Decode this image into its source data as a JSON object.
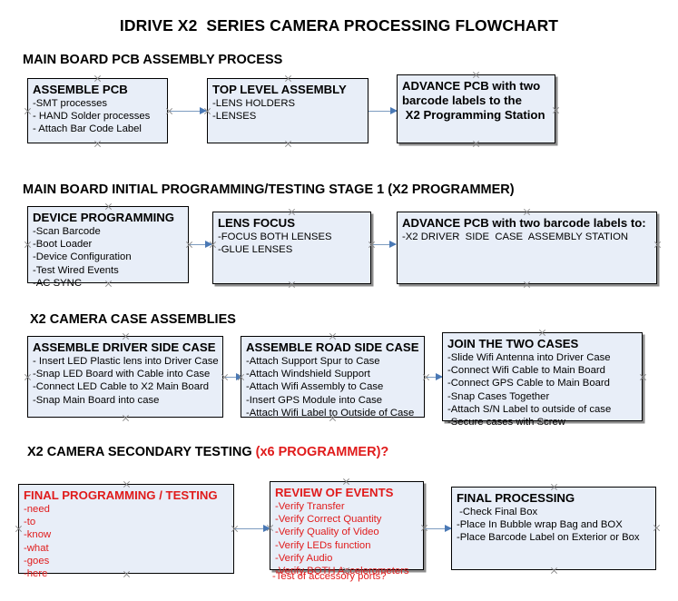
{
  "document": {
    "title": "IDRIVE X2  SERIES CAMERA PROCESSING FLOWCHART"
  },
  "colors": {
    "box_fill": "#e8eef8",
    "box_border": "#000000",
    "box_shadow": "#8c8c8c",
    "connector": "#7d9cc0",
    "arrow_head": "#4a79b5",
    "text": "#000000",
    "accent_red": "#e01b1b",
    "handle": "#8a8a8a"
  },
  "sections": [
    {
      "heading": "MAIN BOARD PCB ASSEMBLY PROCESS",
      "heading_suffix": "",
      "boxes": [
        {
          "title": "ASSEMBLE PCB",
          "lines": [
            "-SMT processes",
            "- HAND Solder processes",
            "- Attach Bar Code Label"
          ]
        },
        {
          "title": "TOP LEVEL ASSEMBLY",
          "lines": [
            "-LENS HOLDERS",
            "-LENSES"
          ]
        },
        {
          "title": "ADVANCE PCB with two",
          "lines": [
            "barcode labels to the",
            " X2 Programming Station"
          ]
        }
      ]
    },
    {
      "heading": "MAIN BOARD INITIAL PROGRAMMING/TESTING STAGE 1 (X2 PROGRAMMER)",
      "heading_suffix": "",
      "boxes": [
        {
          "title": "DEVICE PROGRAMMING",
          "lines": [
            "-Scan Barcode",
            "-Boot Loader",
            "-Device Configuration",
            "-Test Wired Events",
            "-AC SYNC"
          ]
        },
        {
          "title": "LENS FOCUS",
          "lines": [
            "-FOCUS BOTH LENSES",
            "-GLUE LENSES"
          ]
        },
        {
          "title": "ADVANCE PCB with two barcode labels to:",
          "lines": [
            "-X2 DRIVER  SIDE  CASE  ASSEMBLY STATION"
          ]
        }
      ]
    },
    {
      "heading": "X2 CAMERA CASE ASSEMBLIES",
      "heading_suffix": "",
      "boxes": [
        {
          "title": "ASSEMBLE DRIVER SIDE CASE",
          "lines": [
            "- Insert LED Plastic lens into Driver Case",
            "-Snap LED Board with Cable into Case",
            "-Connect LED Cable to X2 Main Board",
            "-Snap Main Board into case"
          ]
        },
        {
          "title": "ASSEMBLE ROAD SIDE CASE",
          "lines": [
            "-Attach Support Spur to Case",
            "-Attach Windshield Support",
            "-Attach Wifi Assembly to Case",
            "-Insert GPS Module into Case",
            "-Attach Wifi Label to Outside of Case"
          ]
        },
        {
          "title": "JOIN THE TWO CASES",
          "lines": [
            "-Slide Wifi Antenna into Driver Case",
            "-Connect Wifi Cable to Main Board",
            "-Connect GPS Cable to Main Board",
            "-Snap Cases Together",
            "-Attach S/N Label to outside of case",
            "-Secure cases with Screw"
          ]
        }
      ]
    },
    {
      "heading": "X2 CAMERA SECONDARY TESTING ",
      "heading_suffix": "(x6 PROGRAMMER)?",
      "boxes": [
        {
          "title": "FINAL PROGRAMMING / TESTING",
          "lines": [
            "-need",
            "-to",
            "-know",
            "-what",
            "-goes",
            "-here"
          ]
        },
        {
          "title": "REVIEW OF EVENTS",
          "lines": [
            "-Verify Transfer",
            "-Verify Correct Quantity",
            "-Verify Quality of Video",
            "-Verify LEDs function",
            "-Verify Audio",
            "-Verify BOTH Accelerometers"
          ],
          "overflow_line": "-Test of accessory ports?"
        },
        {
          "title": "FINAL PROCESSING",
          "lines": [
            " -Check Final Box",
            "-Place In Bubble wrap Bag and BOX",
            "-Place Barcode Label on Exterior or Box"
          ]
        }
      ]
    }
  ]
}
